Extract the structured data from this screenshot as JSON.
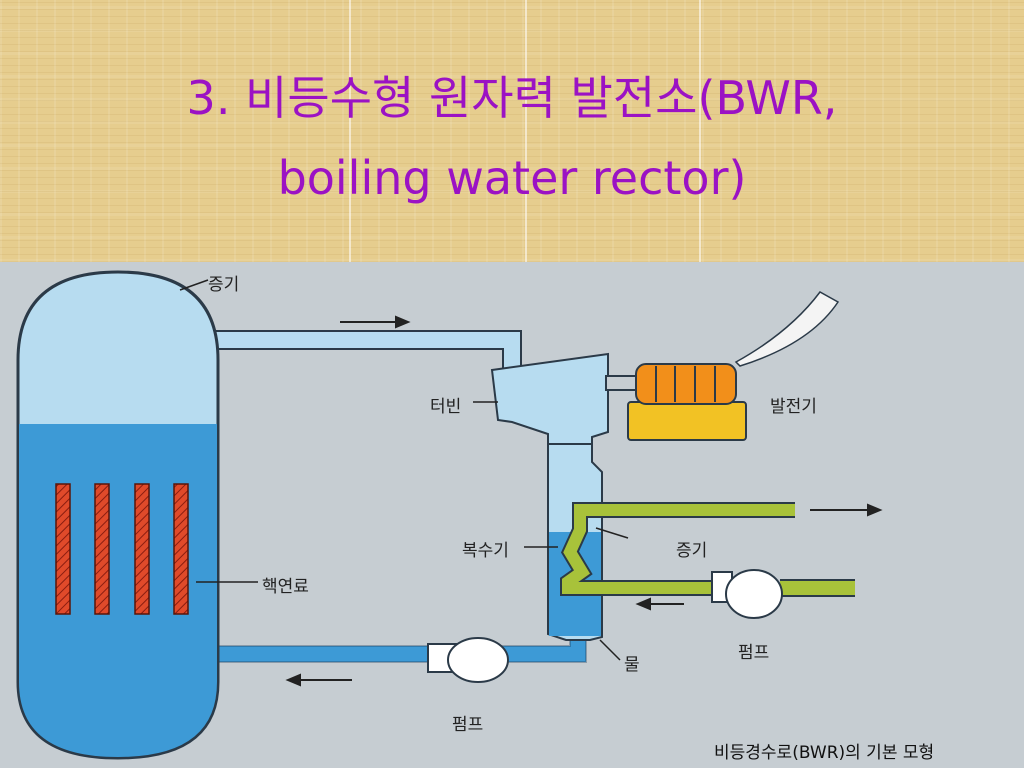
{
  "title": {
    "line1": "3. 비등수형 원자력 발전소(BWR,",
    "line2": "boiling water rector)"
  },
  "diagram": {
    "labels": {
      "steam_top": "증기",
      "turbine": "터빈",
      "generator": "발전기",
      "condenser": "복수기",
      "steam_right": "증기",
      "fuel": "핵연료",
      "water": "물",
      "pump_right": "펌프",
      "pump_bottom": "펌프"
    },
    "caption": "비등경수로(BWR)의 기본 모형"
  },
  "colors": {
    "title": "#9b12c4",
    "water": "#3d9ad6",
    "steam": "#b7dcf0",
    "fuel_rod": "#e04a2a",
    "generator": "#f2c224",
    "cooling_pipe": "#a8c23a"
  }
}
